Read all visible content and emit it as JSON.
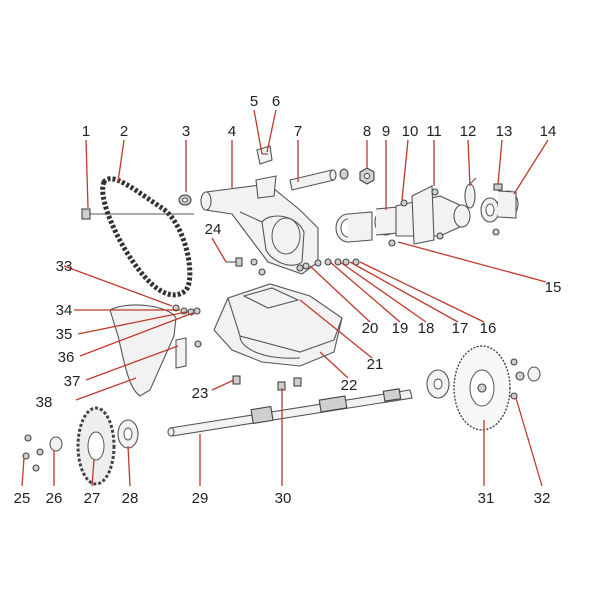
{
  "colors": {
    "leader": "#c0392b",
    "part_stroke": "#555555",
    "part_fill": "#f2f2f2",
    "label": "#222222"
  },
  "callouts": [
    {
      "label": "1"
    },
    {
      "label": "2"
    },
    {
      "label": "3"
    },
    {
      "label": "4"
    },
    {
      "label": "5"
    },
    {
      "label": "6"
    },
    {
      "label": "7"
    },
    {
      "label": "8"
    },
    {
      "label": "9"
    },
    {
      "label": "10"
    },
    {
      "label": "11"
    },
    {
      "label": "12"
    },
    {
      "label": "13"
    },
    {
      "label": "14"
    },
    {
      "label": "15"
    },
    {
      "label": "16"
    },
    {
      "label": "17"
    },
    {
      "label": "18"
    },
    {
      "label": "19"
    },
    {
      "label": "20"
    },
    {
      "label": "21"
    },
    {
      "label": "22"
    },
    {
      "label": "23"
    },
    {
      "label": "24"
    },
    {
      "label": "25"
    },
    {
      "label": "26"
    },
    {
      "label": "27"
    },
    {
      "label": "28"
    },
    {
      "label": "29"
    },
    {
      "label": "30"
    },
    {
      "label": "31"
    },
    {
      "label": "32"
    },
    {
      "label": "33"
    },
    {
      "label": "34"
    },
    {
      "label": "35"
    },
    {
      "label": "36"
    },
    {
      "label": "37"
    },
    {
      "label": "38"
    }
  ]
}
